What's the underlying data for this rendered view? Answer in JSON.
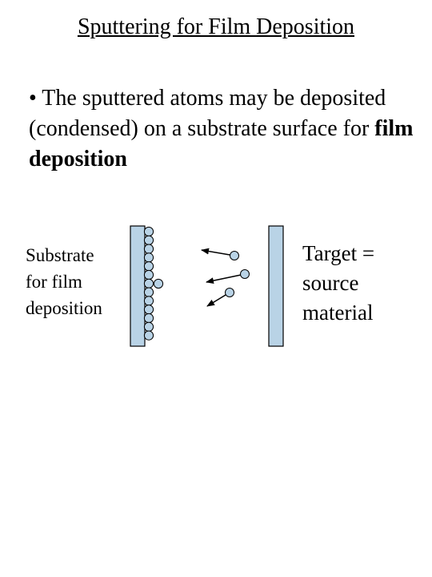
{
  "slide": {
    "title": "Sputtering for Film Deposition",
    "bullet": {
      "marker": "•",
      "text_before": " The sputtered atoms may be deposited (condensed) on a substrate surface for ",
      "text_bold": "film deposition"
    }
  },
  "diagram": {
    "substrate_label": [
      "Substrate",
      "for film",
      "deposition"
    ],
    "target_label": [
      "Target =",
      "source",
      "material"
    ],
    "colors": {
      "plate_fill": "#b9d3e6",
      "atom_fill": "#b9d3e6",
      "stroke": "#000000"
    }
  }
}
